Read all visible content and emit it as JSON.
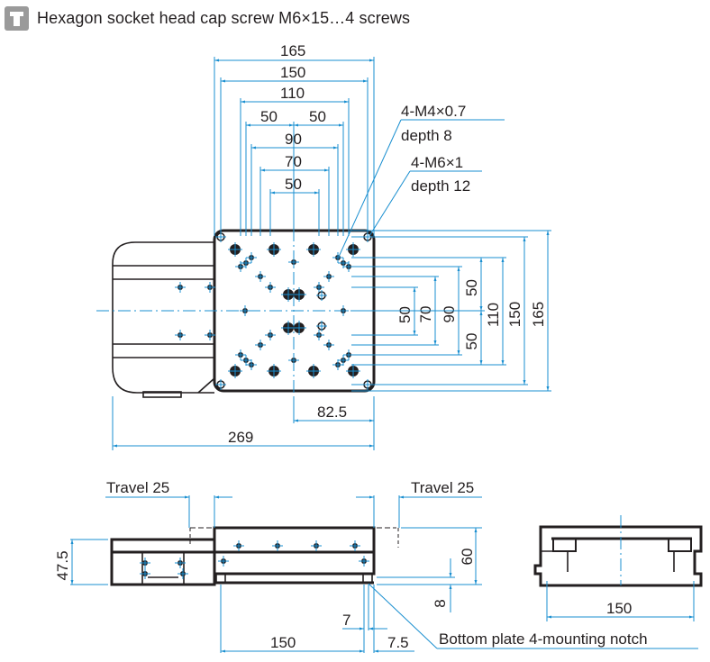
{
  "header": {
    "icon": "hex-screw-icon",
    "text": "Hexagon socket head cap screw M6×15…4 screws"
  },
  "colors": {
    "dimension_line": "#1a8fd0",
    "outline": "#231f20",
    "icon_bg": "#9a9a9a"
  },
  "top_view": {
    "horizontal_dims": [
      "165",
      "150",
      "110",
      "50",
      "50",
      "90",
      "70",
      "50"
    ],
    "vertical_dims": [
      "50",
      "70",
      "90",
      "50",
      "50",
      "110",
      "150",
      "165"
    ],
    "bottom_dims": [
      "82.5",
      "269"
    ],
    "callouts": [
      {
        "line1": "4-M4×0.7",
        "line2": "depth 8"
      },
      {
        "line1": "4-M6×1",
        "line2": "depth 12"
      }
    ]
  },
  "front_view": {
    "travel_left": "Travel 25",
    "travel_right": "Travel 25",
    "height_left": "47.5",
    "height_right": "60",
    "plate_height": "8",
    "notch_dim": "7",
    "notch_offset": "7.5",
    "mount_pitch": "150",
    "notch_label": "Bottom plate 4-mounting notch"
  },
  "side_view": {
    "mount_pitch": "150"
  }
}
